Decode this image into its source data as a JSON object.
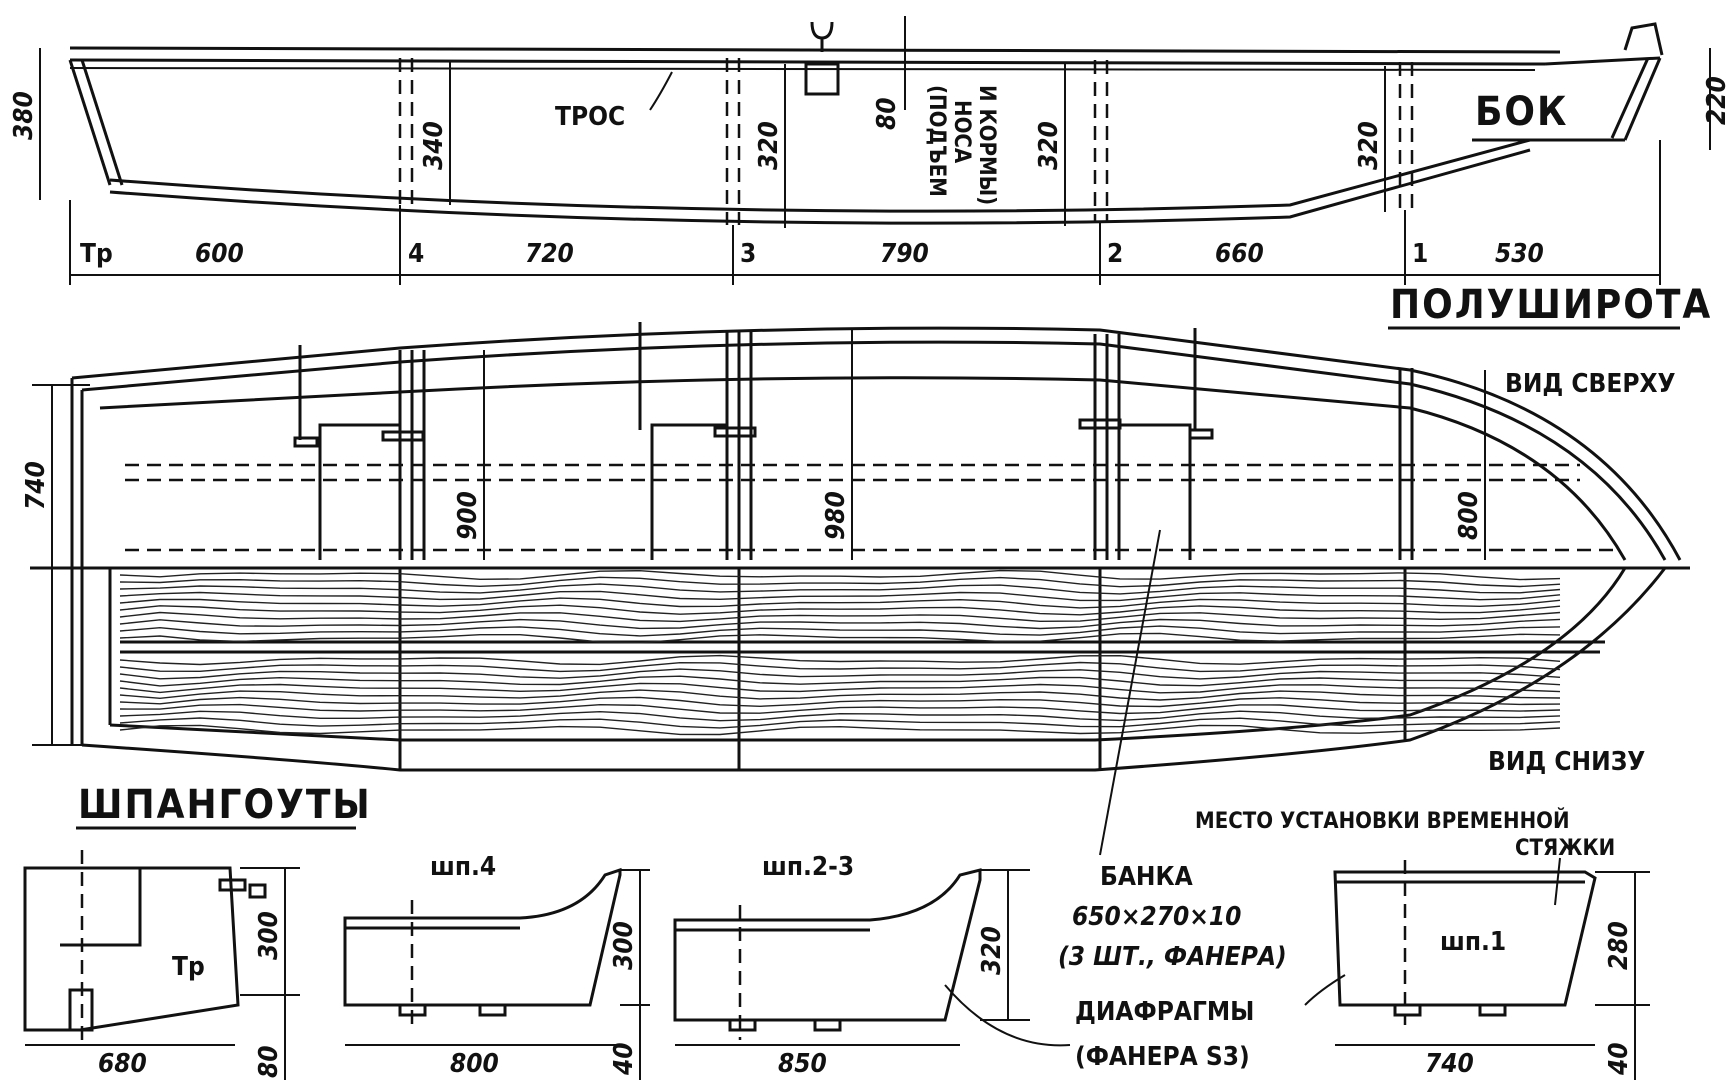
{
  "titles": {
    "side": "БОК",
    "half_breadth": "ПОЛУШИРОТА",
    "top_view": "ВИД СВЕРХУ",
    "bottom_view": "ВИД СНИЗУ",
    "frames": "ШПАНГОУТЫ"
  },
  "side_view": {
    "rope": "ТРОС",
    "lift_note_1": "(ПОДЪЕМ",
    "lift_note_2": "НОСА",
    "lift_note_3": "И КОРМЫ)",
    "heights": {
      "stern": "380",
      "bow": "220",
      "lift": "80",
      "h4": "340",
      "h3": "320",
      "h2": "320",
      "h1": "320"
    },
    "stations": [
      "Тр",
      "4",
      "3",
      "2",
      "1"
    ],
    "spacings": [
      "600",
      "720",
      "790",
      "660",
      "530"
    ]
  },
  "plan_view": {
    "overall_width": "740",
    "beams": [
      "900",
      "980",
      "800"
    ]
  },
  "frames": {
    "tr": {
      "label": "Тр",
      "width": "680",
      "height": "300",
      "bottom": "80"
    },
    "sh4": {
      "label": "шп.4",
      "width": "800",
      "height": "300",
      "bottom": "40"
    },
    "sh23": {
      "label": "шп.2-3",
      "width": "850",
      "height": "320"
    },
    "sh1": {
      "label": "шп.1",
      "width": "740",
      "height": "280",
      "bottom": "40"
    }
  },
  "notes": {
    "temp_tie_1": "МЕСТО УСТАНОВКИ ВРЕМЕННОЙ",
    "temp_tie_2": "СТЯЖКИ",
    "seat_1": "БАНКА",
    "seat_2": "650×270×10",
    "seat_3": "(3 ШТ., ФАНЕРА)",
    "diaphragm_1": "ДИАФРАГМЫ",
    "diaphragm_2": "(ФАНЕРА S3)"
  }
}
